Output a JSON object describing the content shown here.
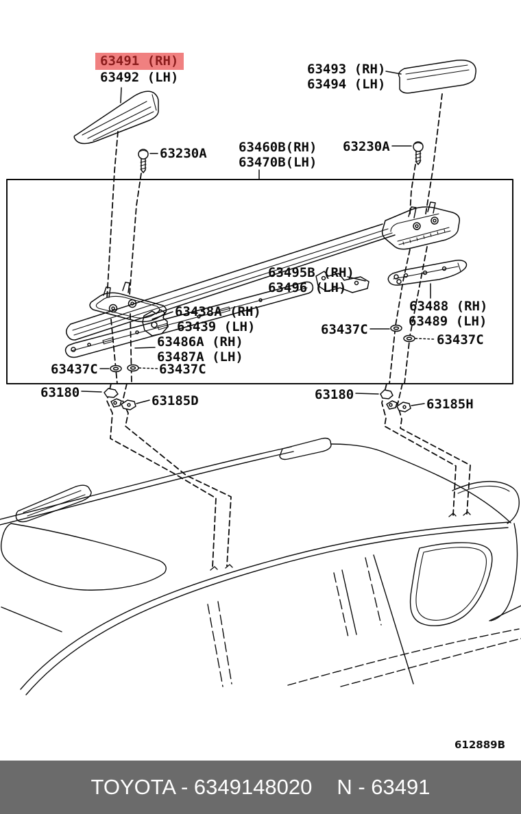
{
  "title": "Toyota parts diagram - roof rack rail",
  "colors": {
    "highlight_bg": "#f08080",
    "highlight_text": "#8b1c1c",
    "footer_bg": "#6b6b6b",
    "footer_text": "#ffffff",
    "line": "#0a0a0a",
    "background": "#ffffff"
  },
  "labels": {
    "p63491": "63491 (RH)",
    "p63492": "63492 (LH)",
    "p63493": "63493 (RH)",
    "p63494": "63494 (LH)",
    "p63230a": "63230A",
    "p63460b": "63460B(RH)",
    "p63470b": "63470B(LH)",
    "p63495b": "63495B (RH)",
    "p63496": "63496 (LH)",
    "p63438a": "63438A (RH)",
    "p63439": "63439 (LH)",
    "p63486a": "63486A (RH)",
    "p63487a": "63487A (LH)",
    "p63488": "63488 (RH)",
    "p63489": "63489 (LH)",
    "p63437c": "63437C",
    "p63180": "63180",
    "p63185d": "63185D",
    "p63185h": "63185H"
  },
  "diagram_code": "612889B",
  "footer": {
    "brand_part": "TOYOTA - 6349148020",
    "catalog_ref": "N - 63491"
  }
}
